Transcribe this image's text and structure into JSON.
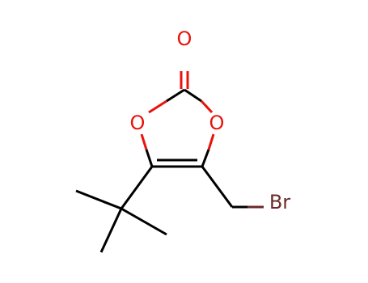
{
  "molecule": {
    "atoms": {
      "o_carbonyl": "O",
      "o_left": "O",
      "o_right": "O",
      "br": "Br"
    },
    "colors": {
      "bond": "#000000",
      "oxygen": "#e8140c",
      "bromine": "#6b2a2a"
    }
  }
}
